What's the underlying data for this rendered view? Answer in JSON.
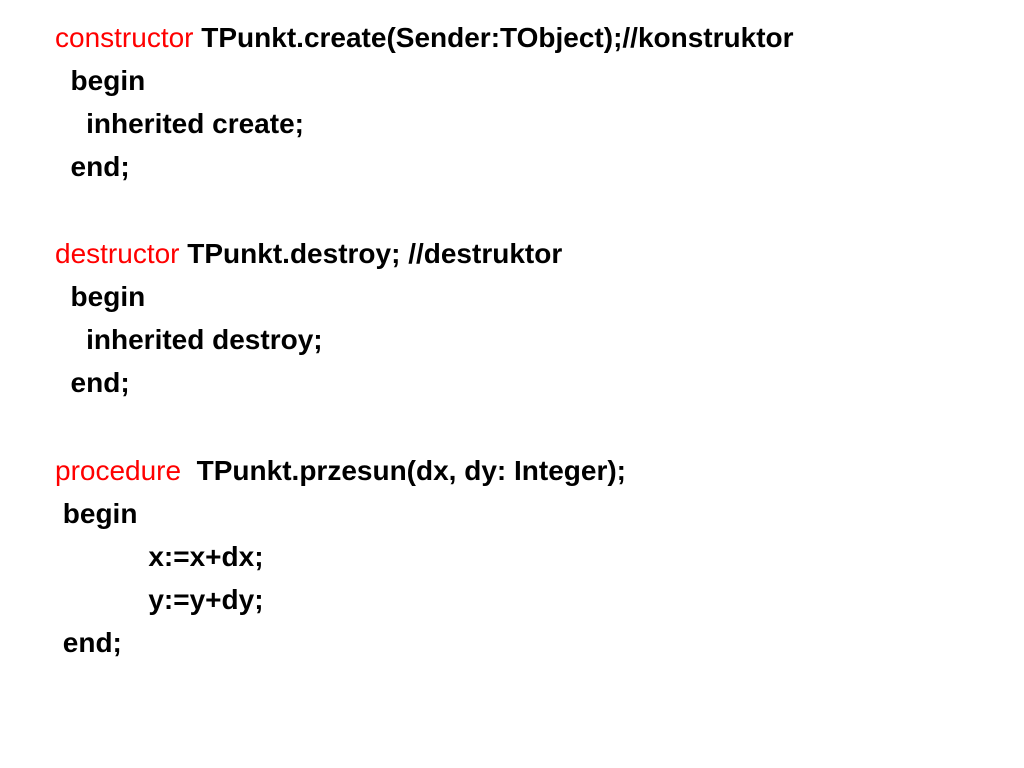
{
  "colors": {
    "keyword": "#ff0000",
    "text": "#000000",
    "background": "#ffffff"
  },
  "code": {
    "constructor": {
      "keyword": "constructor",
      "header": " TPunkt.create(Sender:TObject);//konstruktor",
      "begin": "  begin",
      "body": "    inherited create;",
      "end": "  end;"
    },
    "destructor": {
      "keyword": "destructor",
      "header": " TPunkt.destroy; //destruktor",
      "begin": "  begin",
      "body": "    inherited destroy;",
      "end": "  end;"
    },
    "procedure": {
      "keyword": "procedure",
      "header": "  TPunkt.przesun(dx, dy: Integer);",
      "begin": " begin",
      "body1": "            x:=x+dx;",
      "body2": "            y:=y+dy;",
      "end": " end;"
    }
  }
}
